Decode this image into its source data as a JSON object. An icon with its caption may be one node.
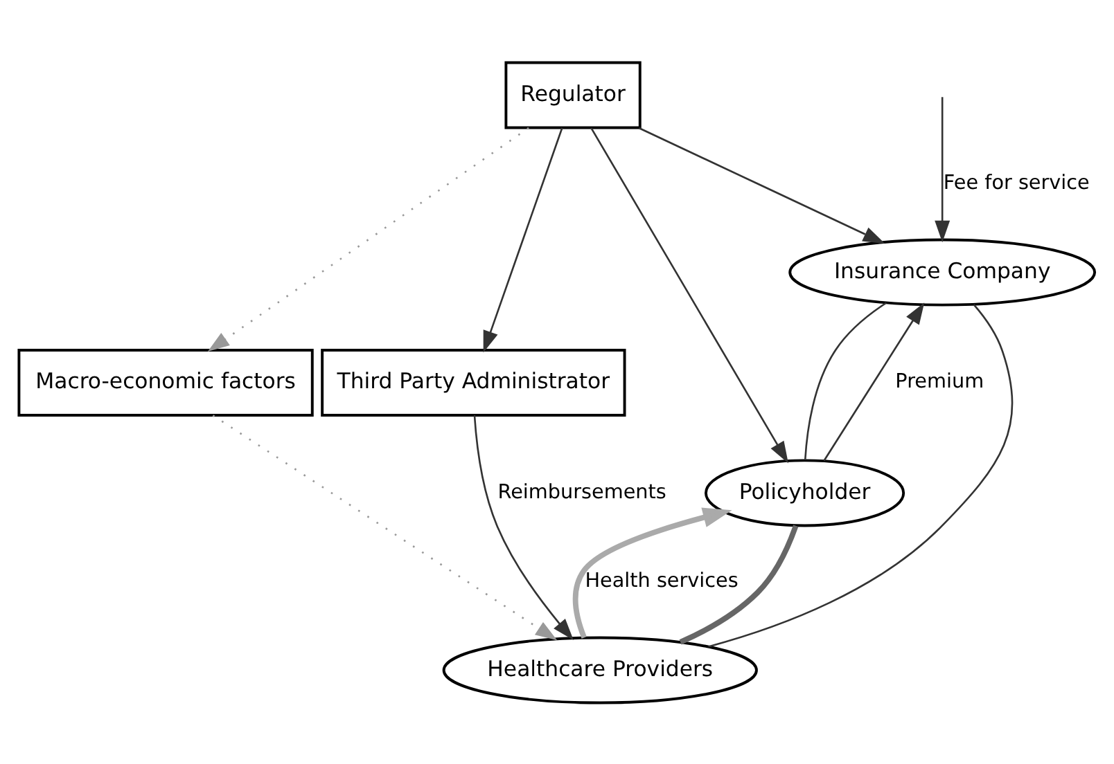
{
  "diagram": {
    "nodes": [
      {
        "text": [
          "Regulator"
        ]
      },
      {
        "text": [
          "Insurance Company"
        ]
      },
      {
        "text": [
          "Macro-economic factors"
        ]
      },
      {
        "text": [
          "Third Party Administrator"
        ]
      },
      {
        "text": [
          "Policyholder"
        ]
      },
      {
        "text": [
          "Healthcare Providers"
        ]
      }
    ],
    "edges": [
      {
        "from": 0,
        "to": 2,
        "arrow": "to",
        "style": "dashed",
        "color": "#999999"
      },
      {
        "from": 2,
        "to": 5,
        "arrow": "to",
        "style": "dashed",
        "color": "#999999"
      },
      {
        "from": 0,
        "to": 1,
        "arrow": "to"
      },
      {
        "from": 0,
        "to": 3,
        "arrow": "to"
      },
      {
        "from": 0,
        "to": 4,
        "arrow": "to"
      },
      {
        "from": 1,
        "to": 4,
        "arrow": "none"
      },
      {
        "from": 1,
        "to": 5,
        "arrow": "none"
      },
      {
        "from": 4,
        "to": 5,
        "arrow": "none",
        "style": "thick",
        "color": "#666666"
      },
      {
        "from": 4,
        "to": 1,
        "arrow": "to",
        "label": "Premium"
      },
      {
        "from": null,
        "to": 1,
        "arrow": "to",
        "label": "Fee for service"
      },
      {
        "from": 3,
        "to": 5,
        "arrow": "to",
        "label": "Reimbursements"
      },
      {
        "from": 5,
        "to": 4,
        "arrow": "to",
        "label": "Health services",
        "style": "thick",
        "color": "#aaaaaa"
      }
    ]
  }
}
